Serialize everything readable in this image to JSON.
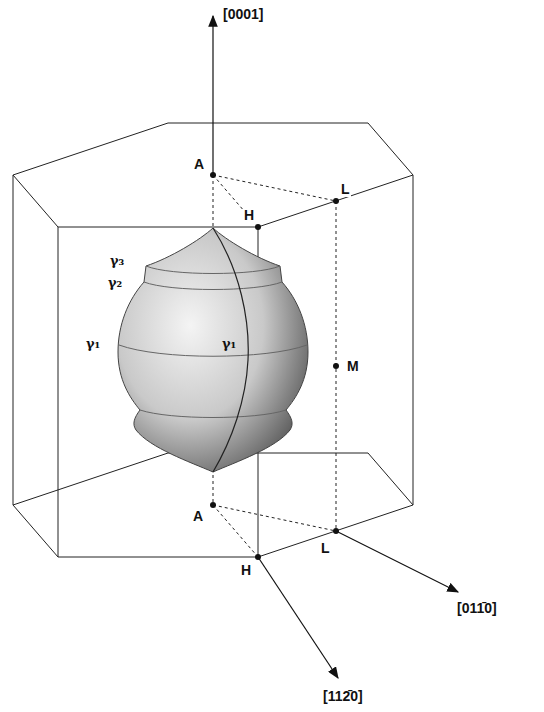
{
  "diagram": {
    "labels": [
      "[0001]",
      "A",
      "L",
      "H",
      "γ₃",
      "γ₂",
      "γ₁",
      "γ₁",
      "M",
      "A",
      "H",
      "L",
      "[011̄0]",
      "[112̄0]"
    ]
  }
}
